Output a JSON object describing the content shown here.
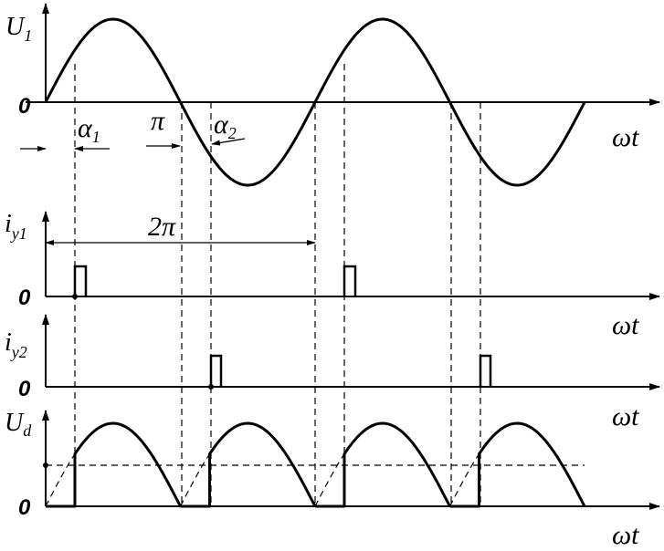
{
  "labels": {
    "u1": "U",
    "u1_sub": "1",
    "iy1": "i",
    "iy1_sub": "y1",
    "iy2": "i",
    "iy2_sub": "y2",
    "ud": "U",
    "ud_sub": "d",
    "zero": "0",
    "omega_t": "ωt",
    "alpha": "α",
    "alpha1_sub": "1",
    "alpha2_sub": "2",
    "pi": "π",
    "two_pi": "2π"
  }
}
